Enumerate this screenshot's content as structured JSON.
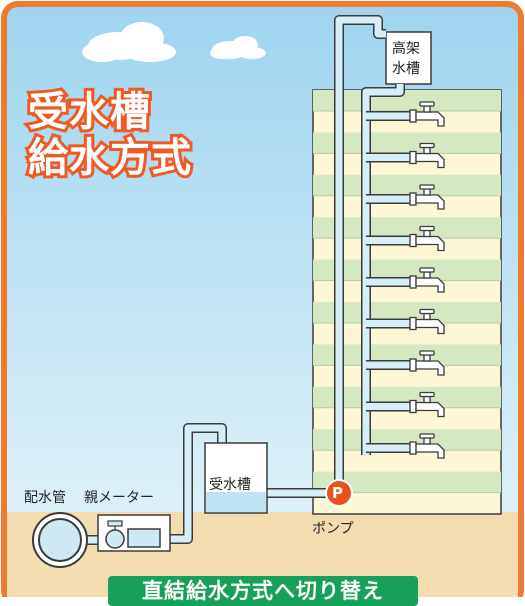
{
  "title": {
    "line1": "受水槽",
    "line2": "給水方式"
  },
  "labels": {
    "elevated_tank_line1": "高架",
    "elevated_tank_line2": "水槽",
    "receiving_tank": "受水槽",
    "water_main": "配水管",
    "parent_meter": "親メーター",
    "pump_symbol": "P",
    "pump": "ポンプ"
  },
  "footer": {
    "banner": "直結給水方式へ切り替え"
  },
  "colors": {
    "frame": "#ee7b30",
    "sky_top": "#9fd4f0",
    "sky_bottom": "#e4f4f9",
    "ground": "#f3ddb0",
    "floor_green": "#d4e8c2",
    "floor_cream": "#fdf7d6",
    "pump": "#e8501c",
    "banner": "#17a05a",
    "title": "#ee5a24"
  },
  "building": {
    "floors": 9,
    "faucets": 9
  }
}
